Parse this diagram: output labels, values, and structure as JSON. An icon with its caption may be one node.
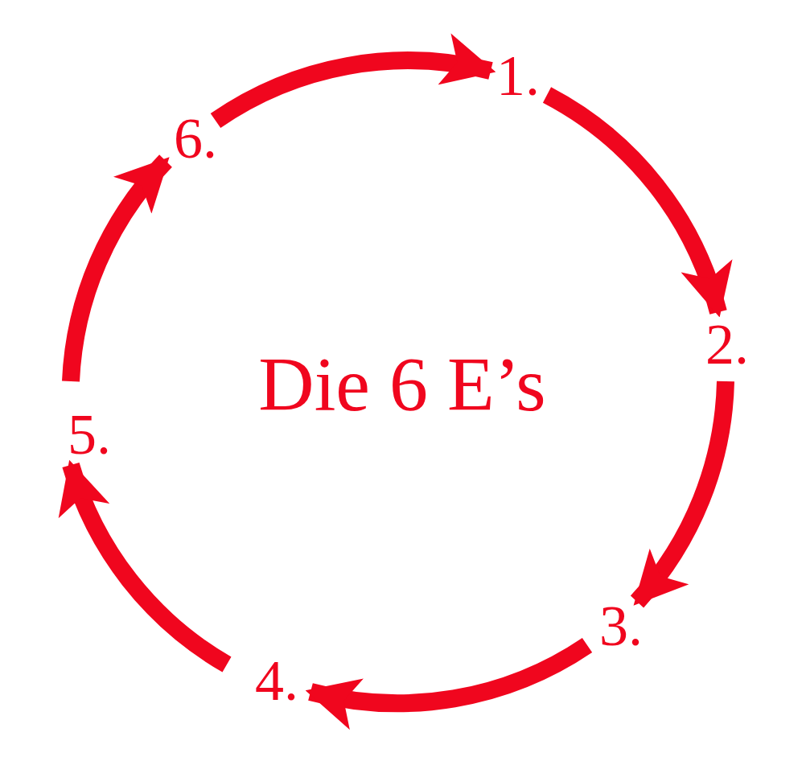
{
  "diagram": {
    "title": "Die 6 E’s",
    "nodes": [
      {
        "text": [
          "1."
        ]
      },
      {
        "text": [
          "2."
        ]
      },
      {
        "text": [
          "3."
        ]
      },
      {
        "text": [
          "4."
        ]
      },
      {
        "text": [
          "5."
        ]
      },
      {
        "text": [
          "6."
        ]
      }
    ],
    "edges": [
      {
        "from": 0,
        "to": 1,
        "arrow": "to"
      },
      {
        "from": 1,
        "to": 2,
        "arrow": "to"
      },
      {
        "from": 2,
        "to": 3,
        "arrow": "to"
      },
      {
        "from": 3,
        "to": 4,
        "arrow": "to"
      },
      {
        "from": 4,
        "to": 5,
        "arrow": "to"
      },
      {
        "from": 5,
        "to": 0,
        "arrow": "to"
      }
    ]
  }
}
